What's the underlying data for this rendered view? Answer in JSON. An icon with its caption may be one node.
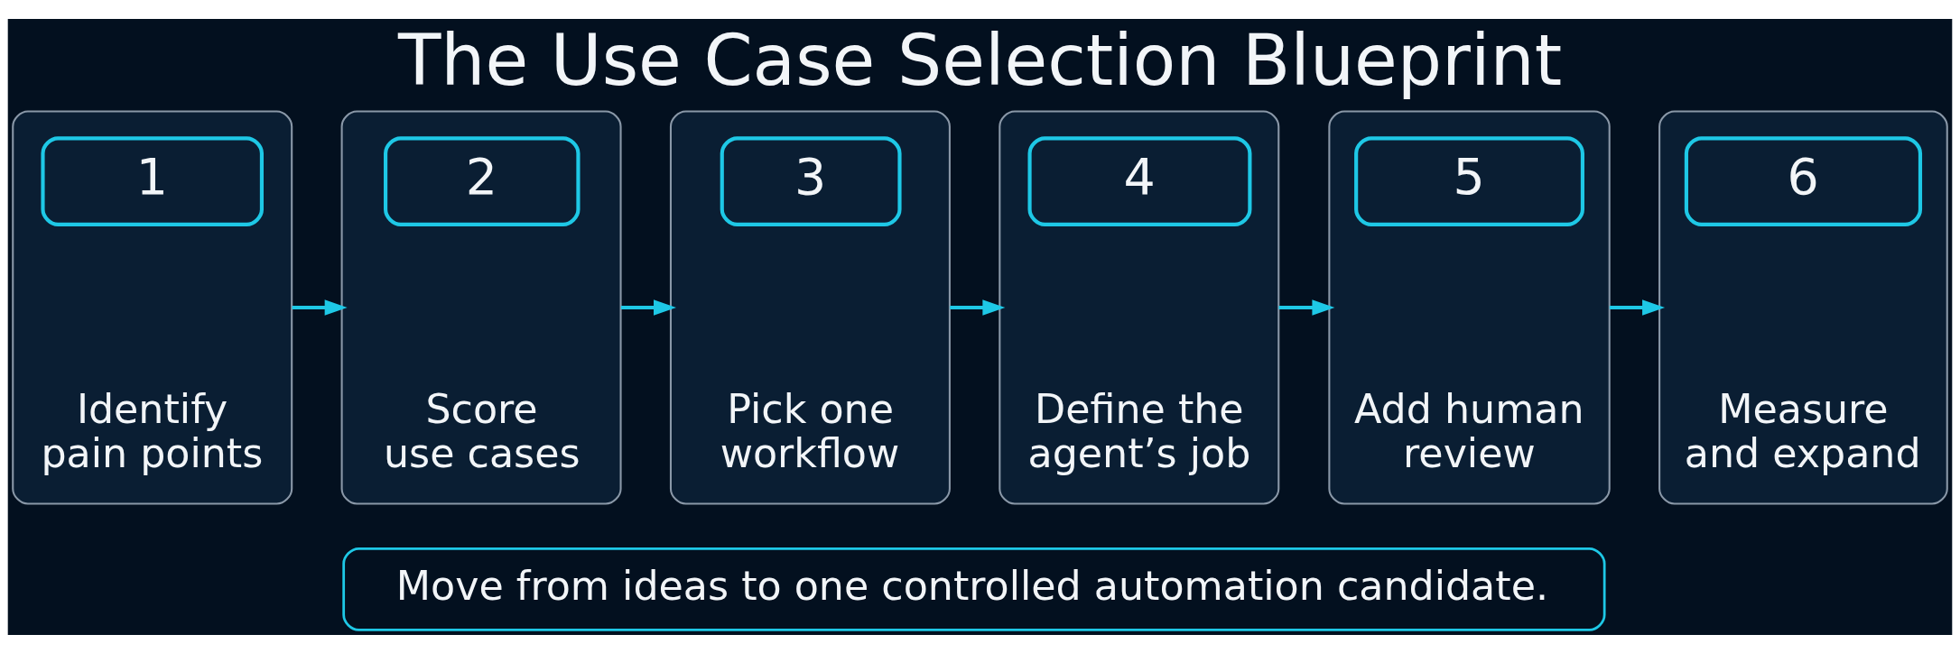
{
  "diagram": {
    "title": "The Use Case Selection Blueprint",
    "nodes": [
      {
        "text": [
          "1",
          "Identify pain points"
        ]
      },
      {
        "text": [
          "2",
          "Score use cases"
        ]
      },
      {
        "text": [
          "3",
          "Pick one workflow"
        ]
      },
      {
        "text": [
          "4",
          "Define the agent’s job"
        ]
      },
      {
        "text": [
          "5",
          "Add human review"
        ]
      },
      {
        "text": [
          "6",
          "Measure and expand"
        ]
      },
      {
        "text": [
          "Move from ideas to one controlled automation candidate."
        ]
      }
    ],
    "edges": [
      {
        "from": 0,
        "to": 1,
        "arrow": "to"
      },
      {
        "from": 1,
        "to": 2,
        "arrow": "to"
      },
      {
        "from": 2,
        "to": 3,
        "arrow": "to"
      },
      {
        "from": 3,
        "to": 4,
        "arrow": "to"
      },
      {
        "from": 4,
        "to": 5,
        "arrow": "to"
      }
    ]
  }
}
